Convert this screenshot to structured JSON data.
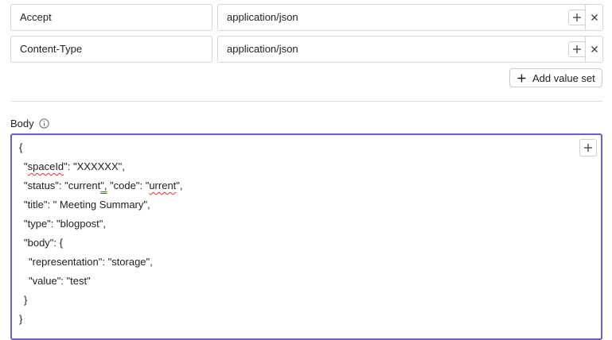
{
  "headers": [
    {
      "key": "Accept",
      "value": "application/json"
    },
    {
      "key": "Content-Type",
      "value": "application/json"
    }
  ],
  "add_value_set_label": "Add value set",
  "body_section": {
    "label": "Body",
    "lines": [
      {
        "text": "{"
      },
      {
        "parts": [
          "\"",
          "spaceId",
          "\": \"XXXXXX\","
        ]
      },
      {
        "parts": [
          "\"status\": \"current",
          "\",",
          " \"code\": \"",
          "urrent",
          "\","
        ]
      },
      {
        "text": "\"title\": \" Meeting Summary\","
      },
      {
        "text": "\"type\": \"blogpost\","
      },
      {
        "text": "\"body\": {"
      },
      {
        "text": "\"representation\": \"storage\","
      },
      {
        "text": "\"value\": \"test\""
      },
      {
        "text": "}"
      },
      {
        "text": "}"
      }
    ]
  },
  "icons": {
    "plus": "plus-icon",
    "close": "close-icon",
    "info": "info-icon"
  },
  "colors": {
    "focus_border": "#6f5bd6",
    "spell_error": "#d9362b"
  }
}
